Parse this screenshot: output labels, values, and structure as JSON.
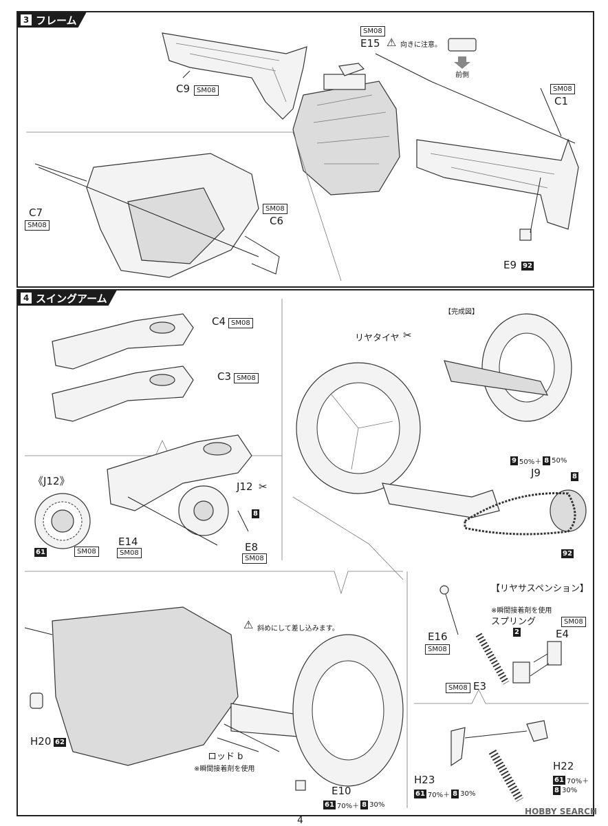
{
  "step3": {
    "number": "3",
    "title": "フレーム",
    "labels": {
      "c9": "C9",
      "e15": "E15",
      "c1": "C1",
      "c7": "C7",
      "c6": "C6",
      "e9": "E9"
    },
    "sm08": "SM08",
    "caution_text": "向きに注意。",
    "front_label": "前側",
    "e9_color": "92"
  },
  "step4": {
    "number": "4",
    "title": "スイングアーム",
    "labels": {
      "c4": "C4",
      "c3": "C3",
      "j12_group": "《J12》",
      "j12": "J12",
      "e14": "E14",
      "e8": "E8",
      "j9": "J9",
      "rear_tire": "リヤタイヤ",
      "completed": "【完成図】",
      "h20": "H20",
      "rod": "ロッド b",
      "e10": "E10",
      "rear_suspension": "【リヤサスペンション】",
      "spring": "スプリング",
      "e16": "E16",
      "e4": "E4",
      "e3": "E3",
      "h23": "H23",
      "h22": "H22"
    },
    "sm08": "SM08",
    "colors": {
      "c61": "61",
      "c8": "8",
      "c92": "92",
      "c62": "62",
      "c2": "2"
    },
    "notes": {
      "glue1": "※瞬間接着剤を使用",
      "glue2": "※瞬間接着剤を使用",
      "insert": "斜めにして差し込みます。"
    },
    "mix_j9_a": "50%＋",
    "mix_j9_b": "50%",
    "mix_e10_a": "70%＋",
    "mix_e10_b": "30%",
    "mix_h22_a": "70%＋",
    "mix_h22_b": "30%",
    "mix_h23_a": "70%＋",
    "mix_h23_b": "30%"
  },
  "footer": {
    "page_number": "4",
    "watermark": "HOBBY SEARCH"
  }
}
